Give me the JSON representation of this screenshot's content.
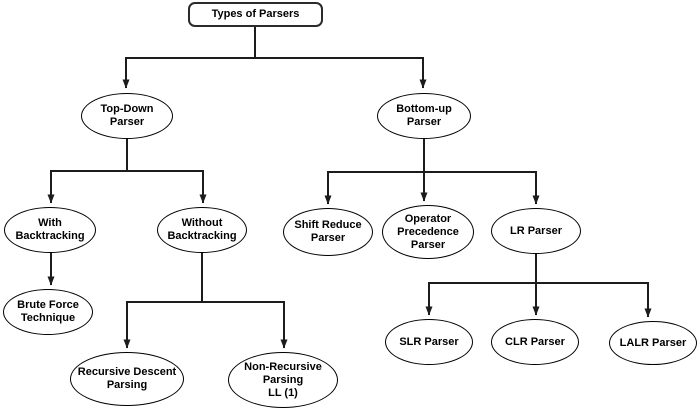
{
  "diagram": {
    "title": "Types of Parsers",
    "type": "tree-flowchart",
    "colors": {
      "background": "#ffffff",
      "line": "#1c1c1c",
      "node_border": "#000000",
      "text": "#000000"
    },
    "nodes": {
      "root": {
        "label": "Types of Parsers",
        "shape": "rounded-rectangle"
      },
      "top_down": {
        "label": "Top-Down\nParser",
        "shape": "ellipse"
      },
      "bottom_up": {
        "label": "Bottom-up\nParser",
        "shape": "ellipse"
      },
      "with_backtracking": {
        "label": "With\nBacktracking",
        "shape": "ellipse"
      },
      "without_backtracking": {
        "label": "Without\nBacktracking",
        "shape": "ellipse"
      },
      "brute_force": {
        "label": "Brute Force\nTechnique",
        "shape": "ellipse"
      },
      "recursive_descent": {
        "label": "Recursive Descent\nParsing",
        "shape": "ellipse"
      },
      "non_recursive": {
        "label": "Non-Recursive\nParsing\nLL (1)",
        "shape": "ellipse"
      },
      "shift_reduce": {
        "label": "Shift Reduce\nParser",
        "shape": "ellipse"
      },
      "operator_precedence": {
        "label": "Operator\nPrecedence\nParser",
        "shape": "ellipse"
      },
      "lr": {
        "label": "LR Parser",
        "shape": "ellipse"
      },
      "slr": {
        "label": "SLR Parser",
        "shape": "ellipse"
      },
      "clr": {
        "label": "CLR Parser",
        "shape": "ellipse"
      },
      "lalr": {
        "label": "LALR Parser",
        "shape": "ellipse"
      }
    },
    "edges": [
      {
        "from": "Types of Parsers",
        "to": "Top-Down Parser"
      },
      {
        "from": "Types of Parsers",
        "to": "Bottom-up Parser"
      },
      {
        "from": "Top-Down Parser",
        "to": "With Backtracking"
      },
      {
        "from": "Top-Down Parser",
        "to": "Without Backtracking"
      },
      {
        "from": "With Backtracking",
        "to": "Brute Force Technique"
      },
      {
        "from": "Without Backtracking",
        "to": "Recursive Descent Parsing"
      },
      {
        "from": "Without Backtracking",
        "to": "Non-Recursive Parsing LL (1)"
      },
      {
        "from": "Bottom-up Parser",
        "to": "Shift Reduce Parser"
      },
      {
        "from": "Bottom-up Parser",
        "to": "Operator Precedence Parser"
      },
      {
        "from": "Bottom-up Parser",
        "to": "LR Parser"
      },
      {
        "from": "LR Parser",
        "to": "SLR Parser"
      },
      {
        "from": "LR Parser",
        "to": "CLR Parser"
      },
      {
        "from": "LR Parser",
        "to": "LALR Parser"
      }
    ]
  }
}
